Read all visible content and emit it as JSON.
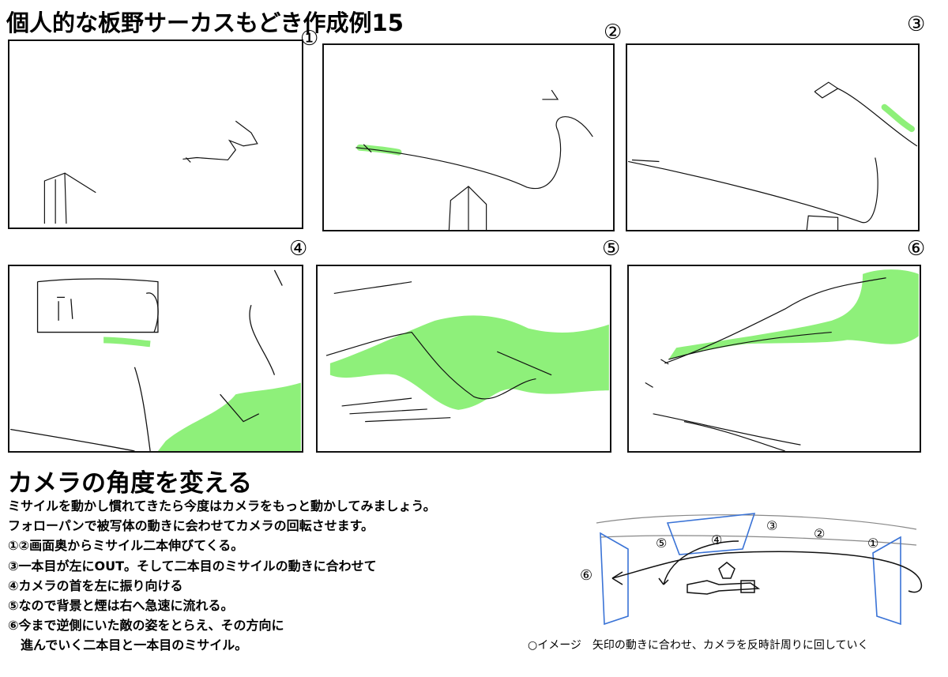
{
  "title": "個人的な板野サーカスもどき作成例15",
  "panels": [
    {
      "number": "①"
    },
    {
      "number": "②"
    },
    {
      "number": "③"
    },
    {
      "number": "④"
    },
    {
      "number": "⑤"
    },
    {
      "number": "⑥"
    }
  ],
  "section": {
    "heading": "カメラの角度を変える",
    "lines": [
      "ミサイルを動かし慣れてきたら今度はカメラをもっと動かしてみましょう。",
      "フォローパンで被写体の動きに会わせてカメラの回転させます。",
      "①②画面奥からミサイル二本伸びてくる。",
      "③一本目が左にOUT。そして二本目のミサイルの動きに合わせて",
      "④カメラの首を左に振り向ける",
      "⑤なので背景と煙は右へ急速に流れる。",
      "⑥今まで逆側にいた敵の姿をとらえ、その方向に",
      "　進んでいく二本目と一本目のミサイル。"
    ]
  },
  "diagram": {
    "labels": [
      "⑥",
      "⑤",
      "④",
      "③",
      "②",
      "①"
    ],
    "caption": "○イメージ　矢印の動きに合わせ、カメラを反時計周りに回していく"
  },
  "colors": {
    "smoke": "#8ef07a",
    "ink": "#111111",
    "frame_blue": "#3a73d6"
  }
}
